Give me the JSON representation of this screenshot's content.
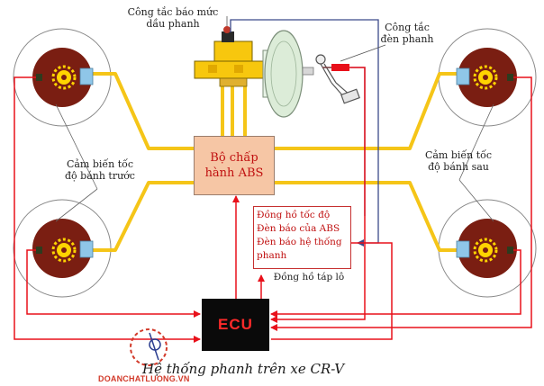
{
  "labels": {
    "reservoir_switch": [
      "Công tắc báo mức",
      "dầu phanh"
    ],
    "brake_light_switch": [
      "Công tắc",
      "đèn phanh"
    ],
    "front_sensor": [
      "Cảm biến tốc",
      "độ bánh trước"
    ],
    "rear_sensor": [
      "Cảm biến tốc",
      "độ bánh sau"
    ],
    "abs_actuator": [
      "Bộ chấp",
      "hành ABS"
    ],
    "ecu": "ECU",
    "dashboard_items": [
      "Đồng hồ tốc độ",
      "Đèn báo của ABS",
      "Đèn báo hệ thống",
      "phanh"
    ],
    "dashboard": "Đồng hồ táp lô"
  },
  "caption": "Hệ thống phanh trên xe CR-V",
  "watermark": "DOANCHATLUONG.VN",
  "colors": {
    "hydraulic_line": "#f5c518",
    "signal_wire": "#e8101a",
    "switch_wire": "#3c4a8a",
    "hub": "#7a1e12",
    "gear": "#ffd400",
    "sensor": "#8fc6e8",
    "actuator_fill": "#f6c6a5",
    "ecu_fill": "#0a0a0a",
    "ecu_text": "#ff2a2a"
  }
}
